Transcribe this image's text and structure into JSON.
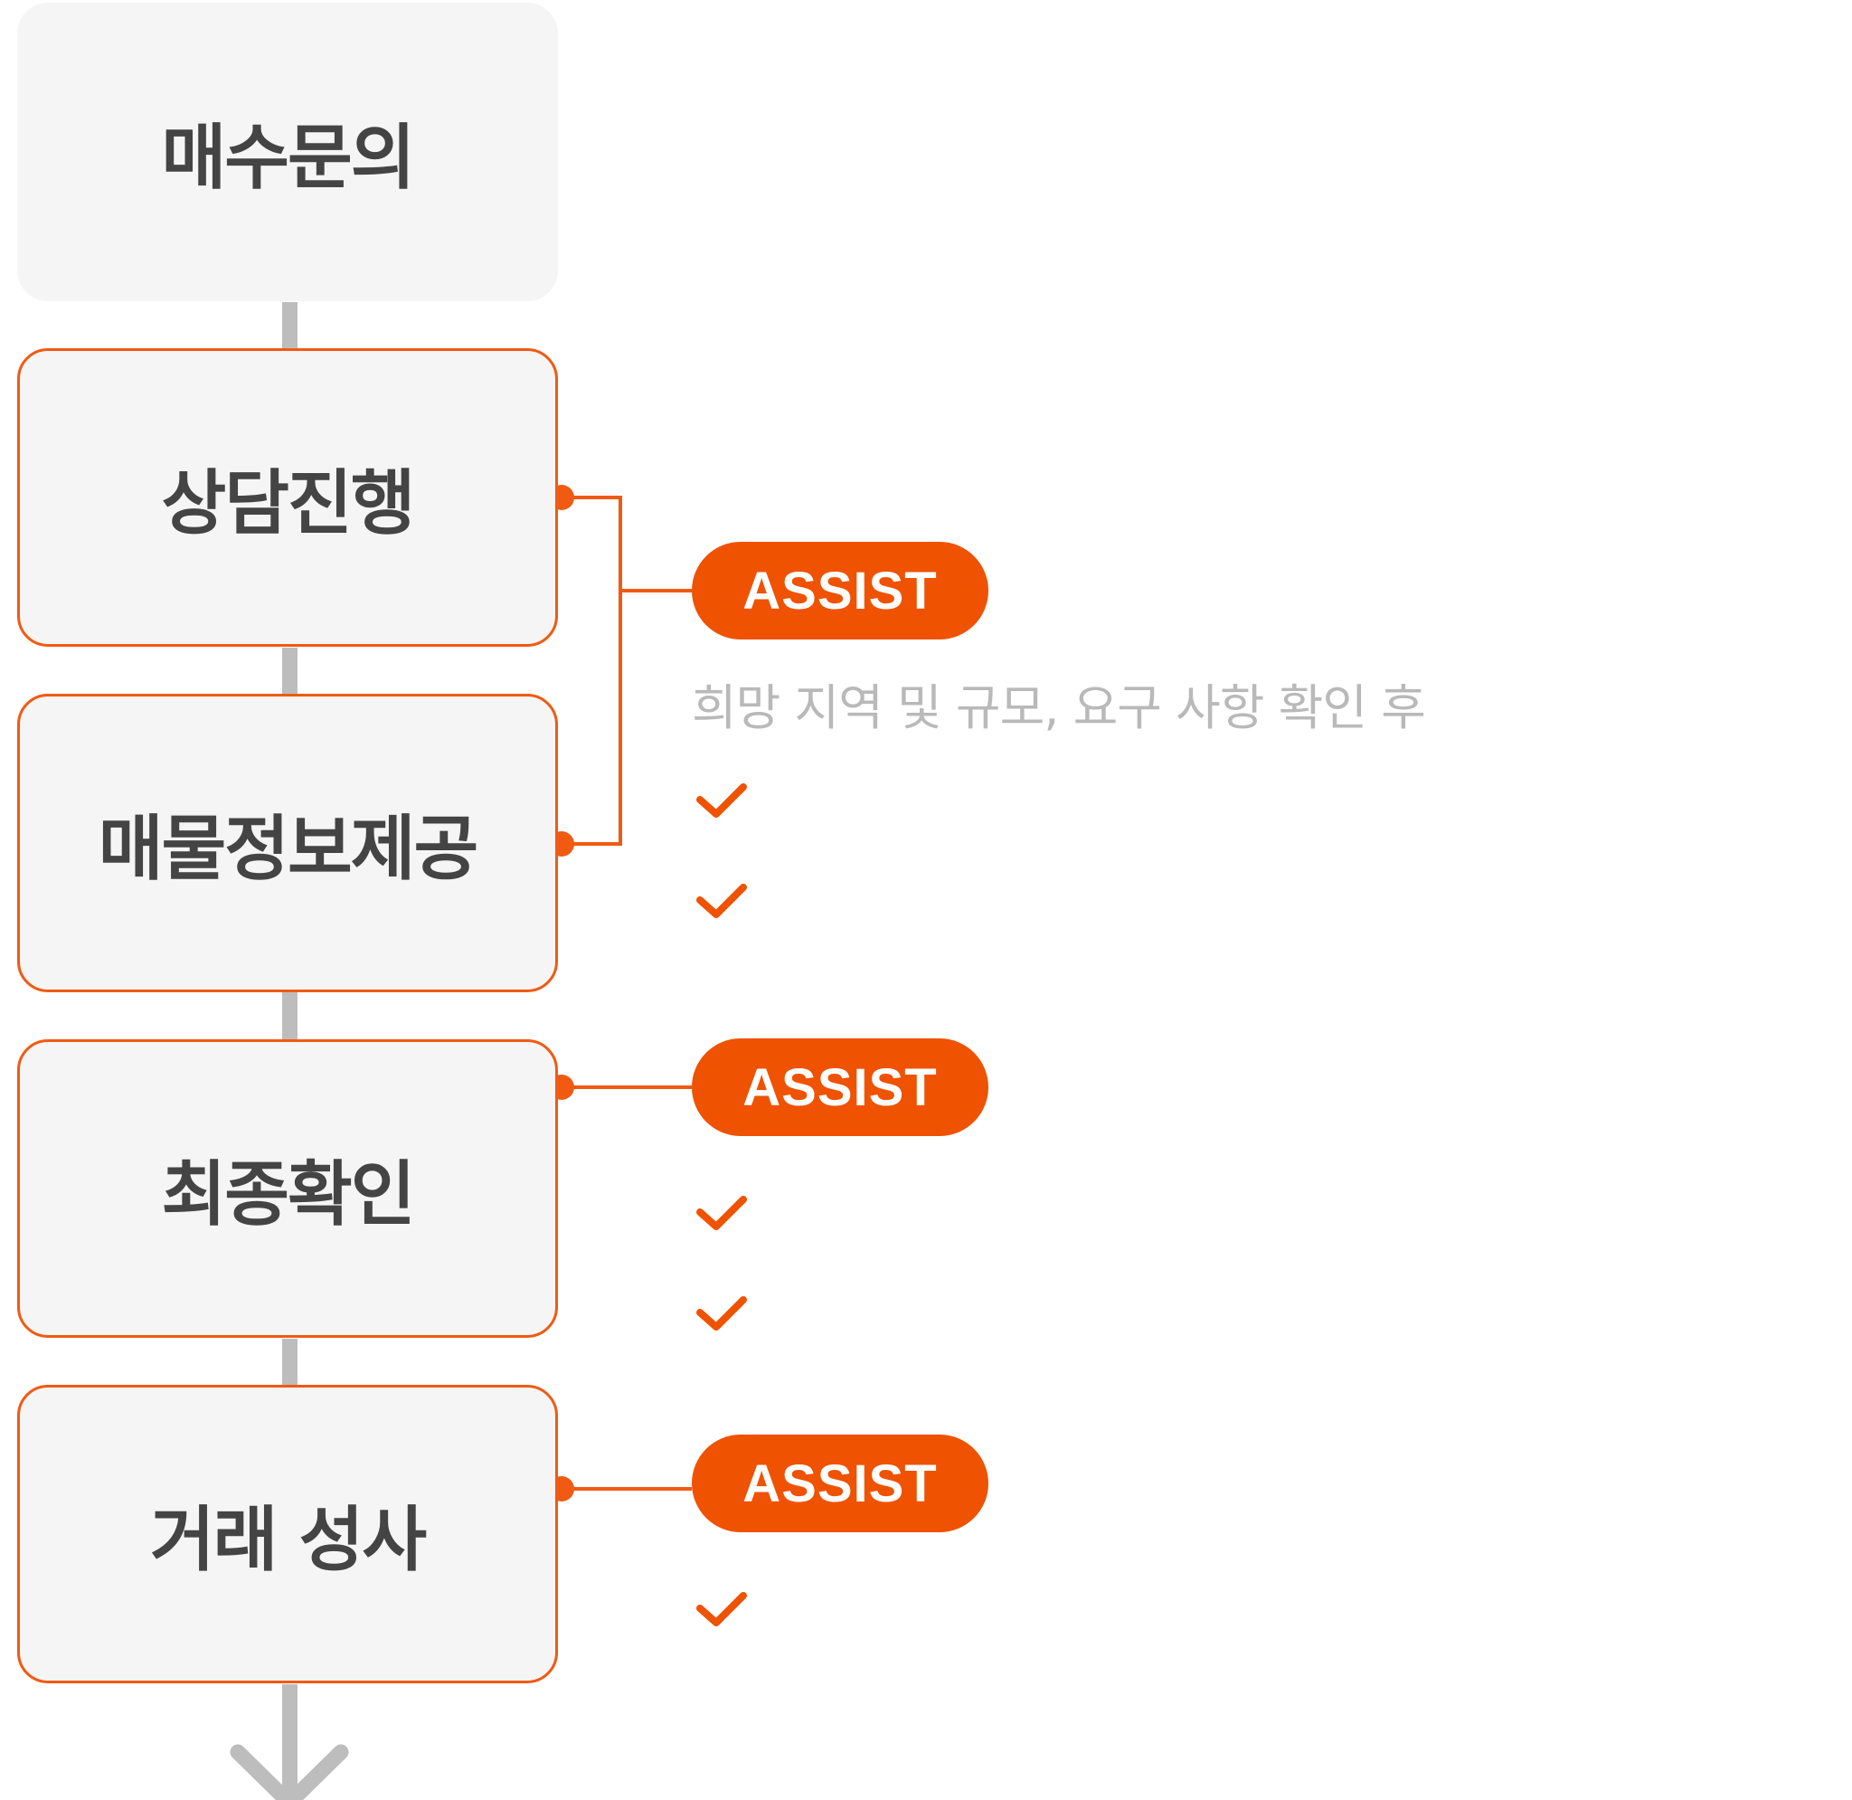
{
  "colors": {
    "accent": "#ef5200",
    "box_fill": "#f5f5f5",
    "box_text": "#444444",
    "flow_line": "#bdbdbd",
    "desc_text": "#b9b9b9"
  },
  "steps": [
    {
      "label": "매수문의"
    },
    {
      "label": "상담진행"
    },
    {
      "label": "매물정보제공"
    },
    {
      "label": "최종확인"
    },
    {
      "label": "거래 성사"
    }
  ],
  "assists": [
    {
      "label": "ASSIST",
      "description": "희망 지역 및 규모, 요구 사항 확인 후",
      "check_count": 2
    },
    {
      "label": "ASSIST",
      "description": "",
      "check_count": 2
    },
    {
      "label": "ASSIST",
      "description": "",
      "check_count": 1
    }
  ],
  "icons": {
    "check": "check-icon",
    "flow_end": "arrow-down-icon"
  }
}
